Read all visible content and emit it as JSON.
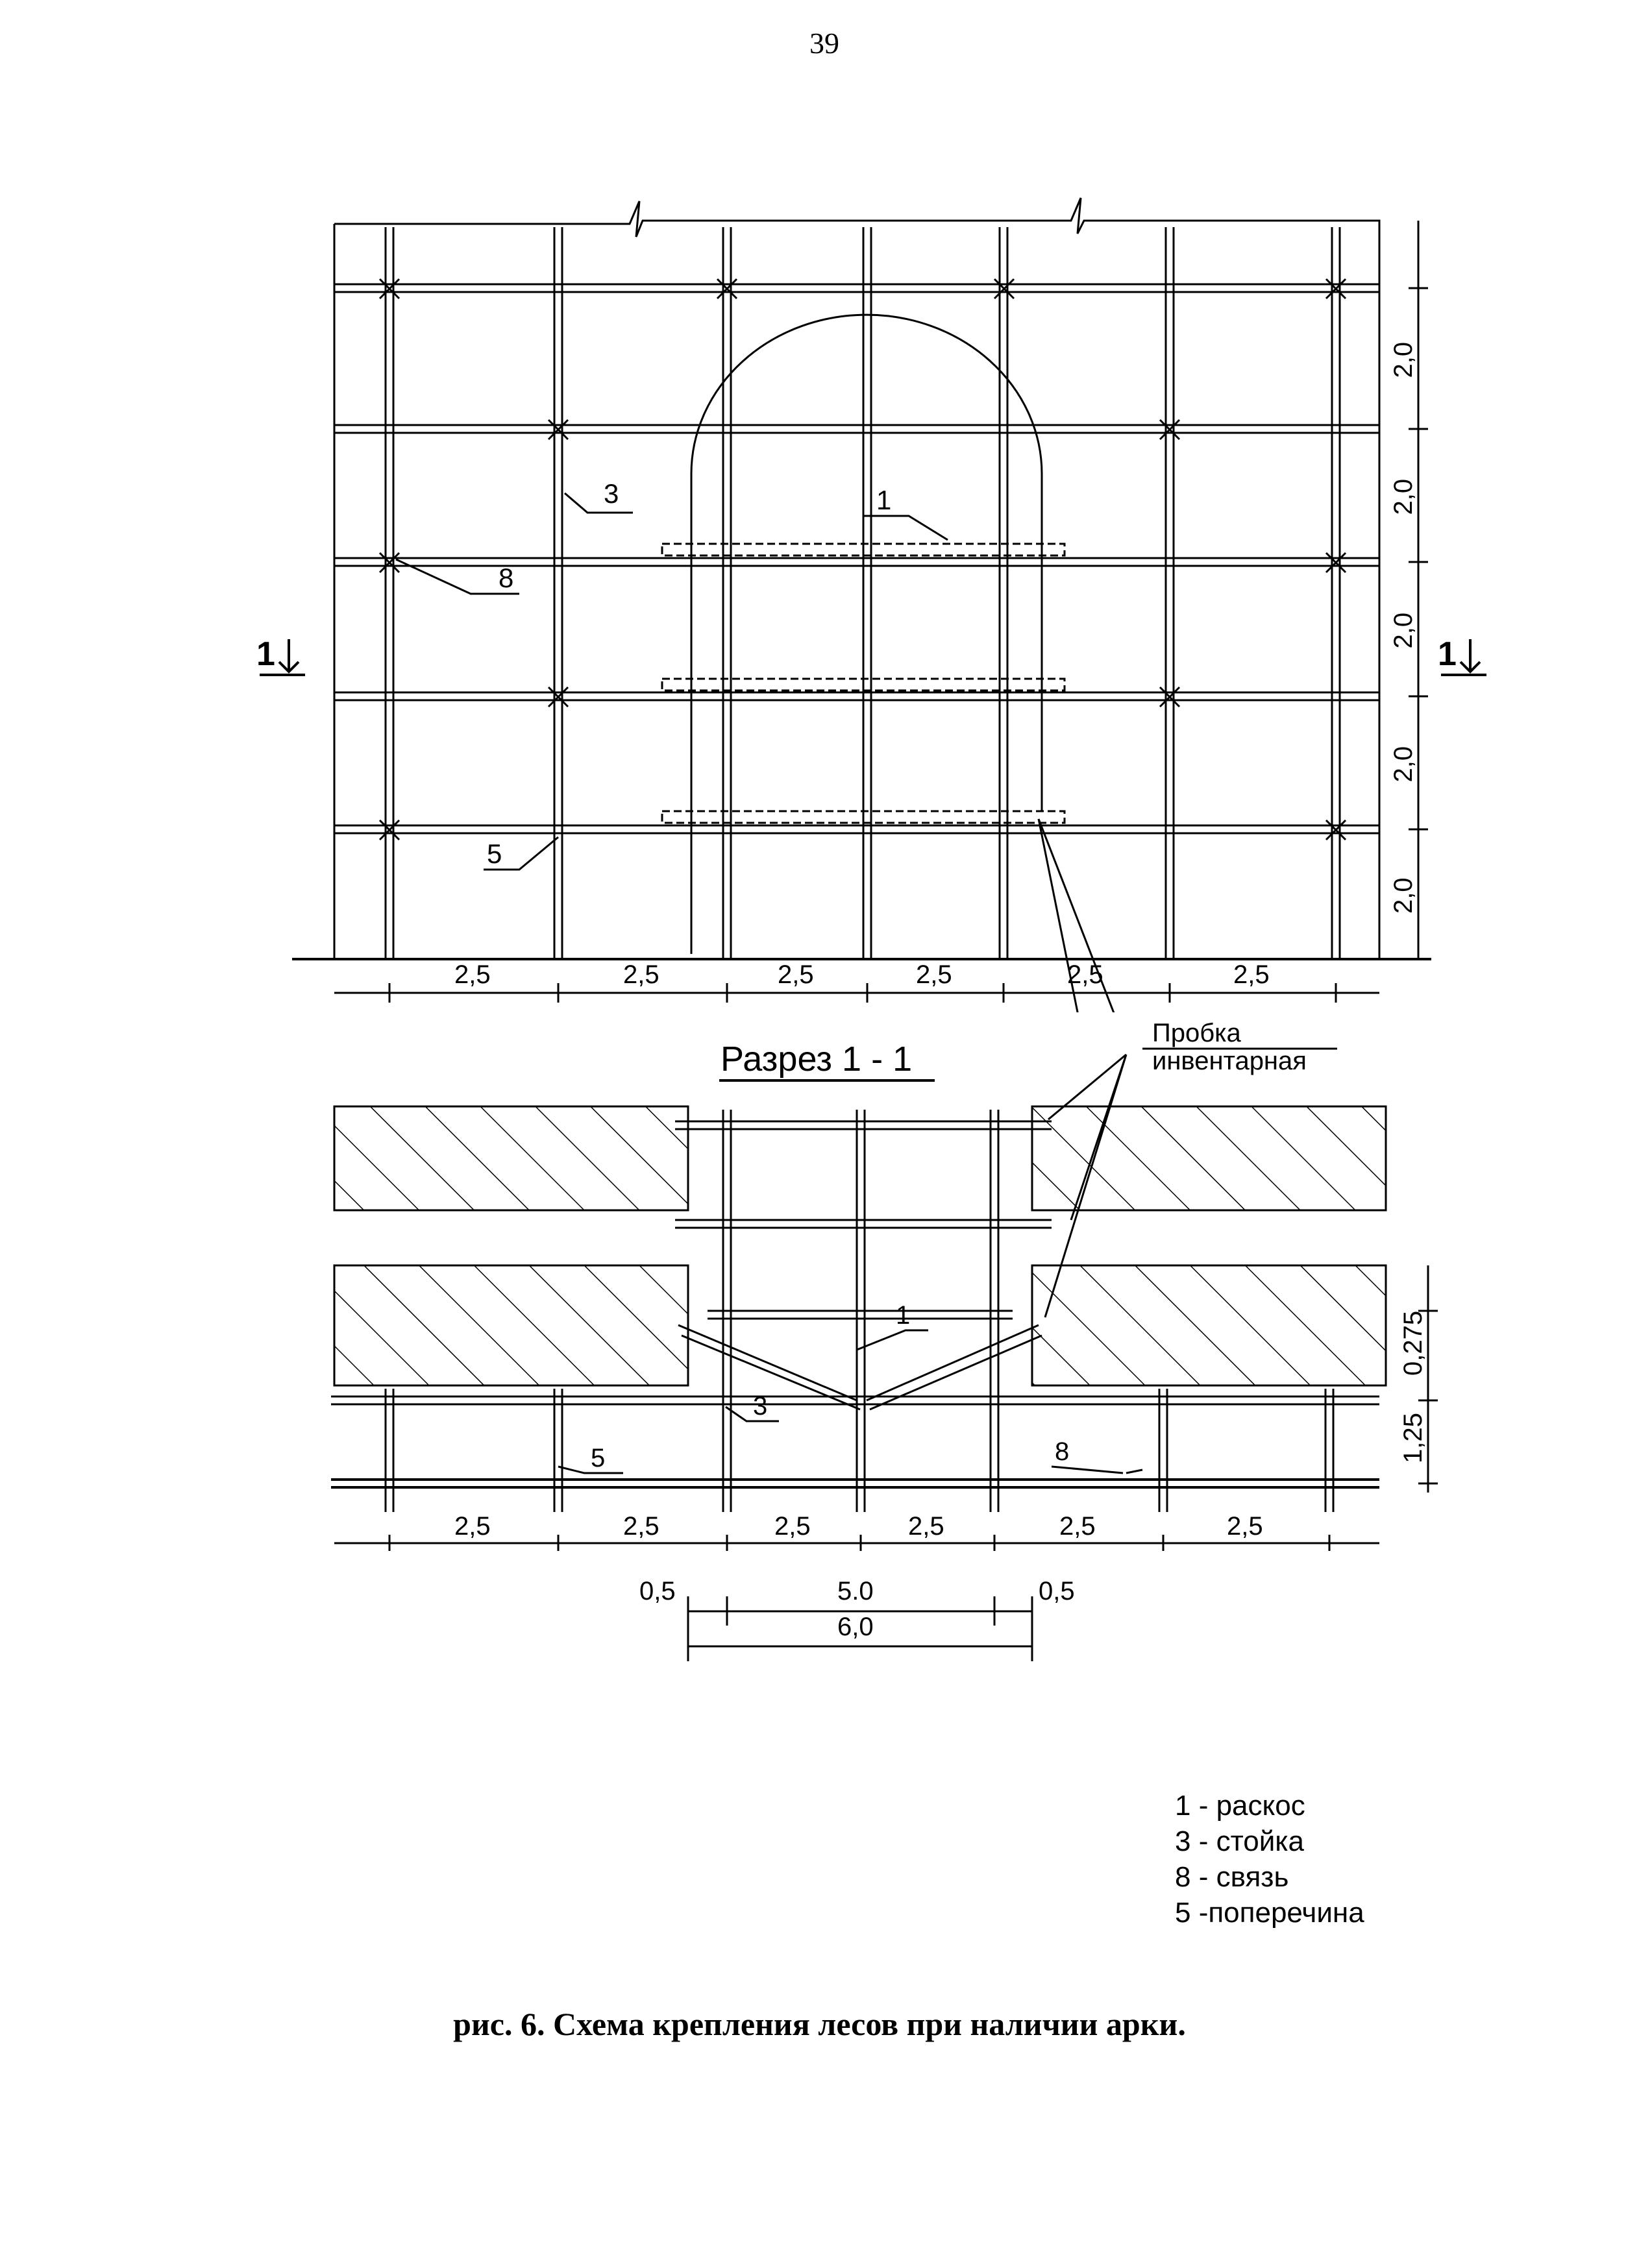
{
  "page_number": "39",
  "elevation": {
    "spans": [
      "2,5",
      "2,5",
      "2,5",
      "2,5",
      "2,5",
      "2,5"
    ],
    "heights": [
      "2,0",
      "2,0",
      "2,0",
      "2,0",
      "2,0"
    ],
    "callouts": {
      "post": "3",
      "brace": "1",
      "tie": "8",
      "crossbar": "5"
    },
    "section_mark": "1"
  },
  "section": {
    "title": "Разрез 1 - 1",
    "plug_label_line1": "Пробка",
    "plug_label_line2": "инвентарная",
    "spans": [
      "2,5",
      "2,5",
      "2,5",
      "2,5",
      "2,5",
      "2,5"
    ],
    "depths": [
      "0,275",
      "1,25"
    ],
    "opening": {
      "margin_left": "0,5",
      "inner": "5.0",
      "margin_right": "0,5",
      "total": "6,0"
    },
    "callouts": {
      "brace": "1",
      "post": "3",
      "crossbar": "5",
      "tie": "8"
    }
  },
  "legend": [
    "1 - раскос",
    "3 - стойка",
    "8 - связь",
    "5 -поперечина"
  ],
  "caption": "рис. 6. Схема крепления лесов при наличии арки."
}
